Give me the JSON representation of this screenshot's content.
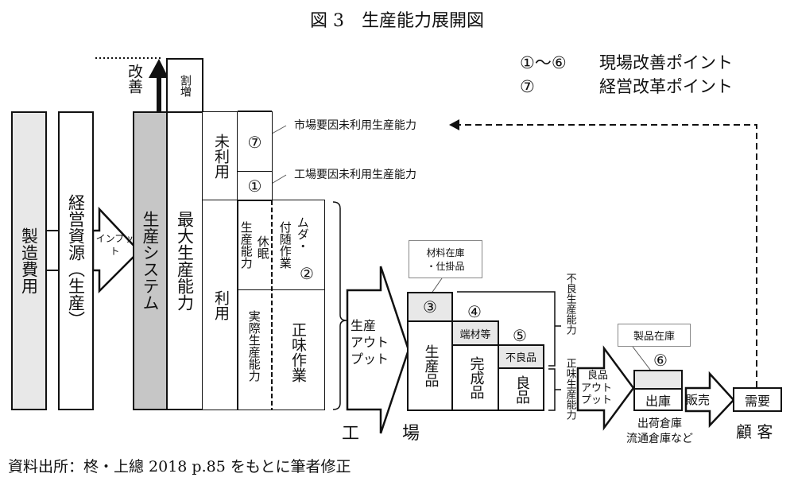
{
  "title": "図 3　生産能力展開図",
  "legend": {
    "mark1": "①～⑥",
    "label1": "現場改善ポイント",
    "mark2": "⑦",
    "label2": "経営改革ポイント"
  },
  "columns": {
    "cost": "製造費用",
    "resources": "経営資源（生産）",
    "input": "インプット",
    "system": "生産システム",
    "max_capacity": "最大生産能力",
    "premium": "割増",
    "improve": "改善",
    "unused": "未利用",
    "used": "利用"
  },
  "capacity": {
    "c7": "⑦",
    "c1": "①",
    "dormant_a": "休眠",
    "dormant_b": "生産能力",
    "muda_a": "ムダ・",
    "muda_b": "付随作業",
    "c2": "②",
    "actual": "実際生産能力",
    "net_work": "正味作業"
  },
  "annotations": {
    "market": "市場要因未利用生産能力",
    "factory": "工場要因未利用生産能力"
  },
  "factory": {
    "output_a": "生産",
    "output_b": "アウト",
    "output_c": "プット",
    "ko": "工",
    "ba": "場",
    "materials_a": "材料在庫",
    "materials_b": "・仕掛品",
    "c3": "③",
    "products": "生産品",
    "c4": "④",
    "scrap": "端材等",
    "finished": "完成品",
    "c5": "⑤",
    "defect": "不良品",
    "good": "良品",
    "defect_capacity": "不良生産能力",
    "net_capacity": "正味生産能力"
  },
  "distribution": {
    "good_output_a": "良品",
    "good_output_b": "アウト",
    "good_output_c": "プット",
    "stock": "製品在庫",
    "c6": "⑥",
    "shipping": "出庫",
    "sales": "販売",
    "demand": "需要",
    "customer": "顧 客",
    "warehouse_a": "出荷倉庫",
    "warehouse_b": "流通倉庫など"
  },
  "source": "資料出所：柊・上總 2018 p.85 をもとに筆者修正"
}
